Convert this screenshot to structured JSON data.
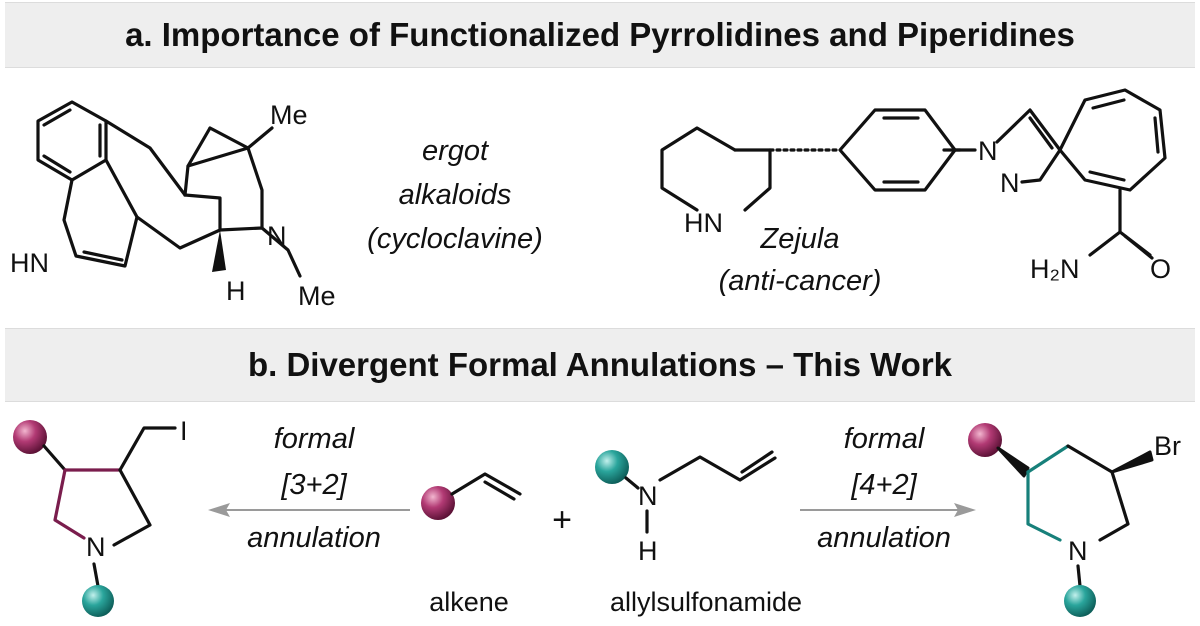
{
  "section_a": {
    "title": "a. Importance of Functionalized Pyrrolidines and Piperidines",
    "ergot": {
      "line1": "ergot",
      "line2": "alkaloids",
      "line3": "(cycloclavine)"
    },
    "zejula": {
      "line1": "Zejula",
      "line2": "(anti-cancer)"
    },
    "atoms": {
      "me": "Me",
      "hn": "HN",
      "n": "N",
      "h": "H",
      "h2n": "H₂N",
      "o": "O"
    }
  },
  "section_b": {
    "title": "b. Divergent Formal Annulations – This Work",
    "left_arrow": {
      "line1": "formal",
      "line2": "[3+2]",
      "line3": "annulation"
    },
    "right_arrow": {
      "line1": "formal",
      "line2": "[4+2]",
      "line3": "annulation"
    },
    "plus": "+",
    "alkene_label": "alkene",
    "sulfonamide_label": "allylsulfonamide",
    "atoms": {
      "i": "I",
      "br": "Br",
      "n": "N",
      "h": "H"
    }
  },
  "colors": {
    "banner": "#eeeeee",
    "magenta": "#7a1d4d",
    "teal": "#17807a",
    "arrow": "#9a9a9a"
  }
}
